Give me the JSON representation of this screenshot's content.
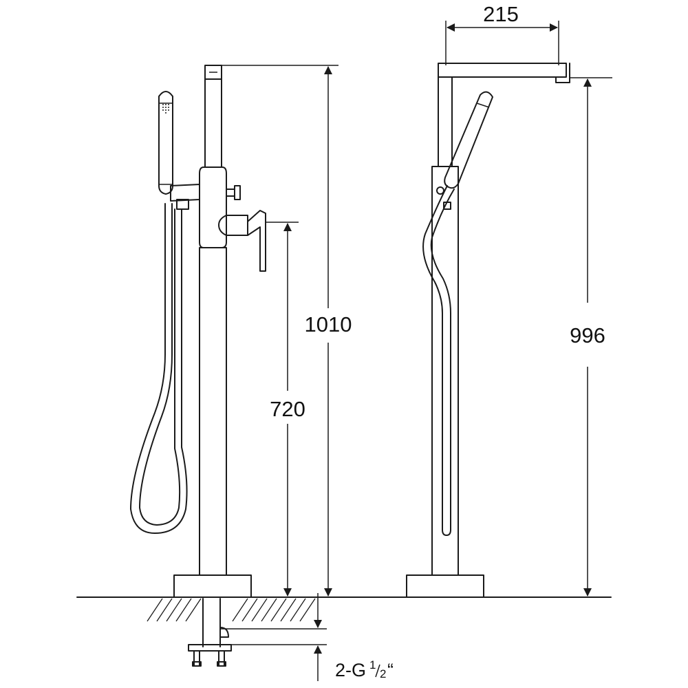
{
  "diagram": {
    "dimensions": {
      "total_height_front": "1010",
      "handle_height": "720",
      "spout_reach": "215",
      "total_height_side": "996"
    },
    "thread_label": {
      "prefix": "2-G",
      "numerator": "1",
      "denominator": "2",
      "suffix": "“"
    }
  }
}
